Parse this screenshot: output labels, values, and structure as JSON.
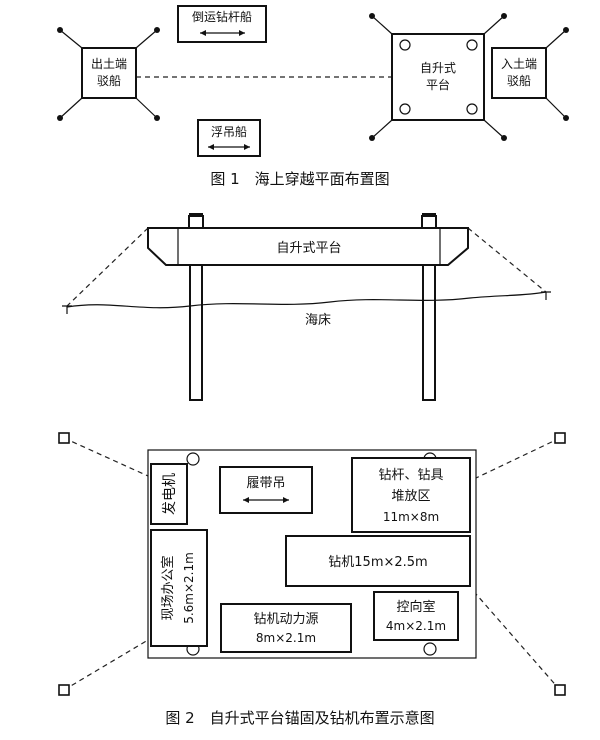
{
  "figure1": {
    "caption": "图 1　海上穿越平面布置图",
    "exit_barge": [
      "出土端",
      "驳船"
    ],
    "entry_barge": [
      "入土端",
      "驳船"
    ],
    "pipe_barge": "倒运钻杆船",
    "crane_barge": "浮吊船",
    "platform": [
      "自升式",
      "平台"
    ]
  },
  "figure_mid": {
    "platform": "自升式平台",
    "seabed": "海床"
  },
  "figure2": {
    "caption": "图 2　自升式平台锚固及钻机布置示意图",
    "generator": "发电机",
    "crawler_crane": "履带吊",
    "pipe_storage": [
      "钻杆、钻具",
      "堆放区",
      "11m×8m"
    ],
    "drill_rig": "钻机15m×2.5m",
    "site_office": [
      "现场办公室",
      "5.6m×2.1m"
    ],
    "power_source": [
      "钻机动力源",
      "8m×2.1m"
    ],
    "control_room": [
      "控向室",
      "4m×2.1m"
    ]
  }
}
